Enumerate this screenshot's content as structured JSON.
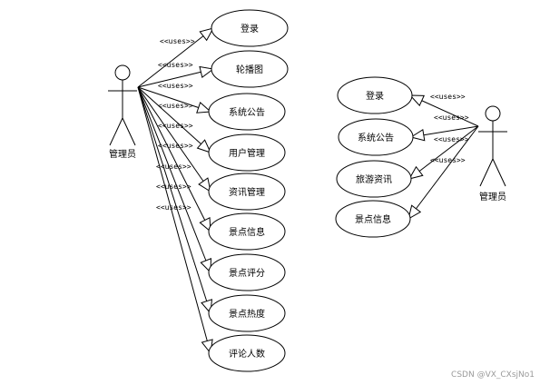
{
  "left": {
    "actor": "管理员",
    "relation": "<<uses>>",
    "use_cases": [
      "登录",
      "轮播图",
      "系统公告",
      "用户管理",
      "资讯管理",
      "景点信息",
      "景点评分",
      "景点热度",
      "评论人数"
    ]
  },
  "right": {
    "actor": "管理员",
    "relation": "<<uses>>",
    "use_cases": [
      "登录",
      "系统公告",
      "旅游资讯",
      "景点信息"
    ]
  },
  "watermark": "CSDN @VX_CXsjNo1"
}
